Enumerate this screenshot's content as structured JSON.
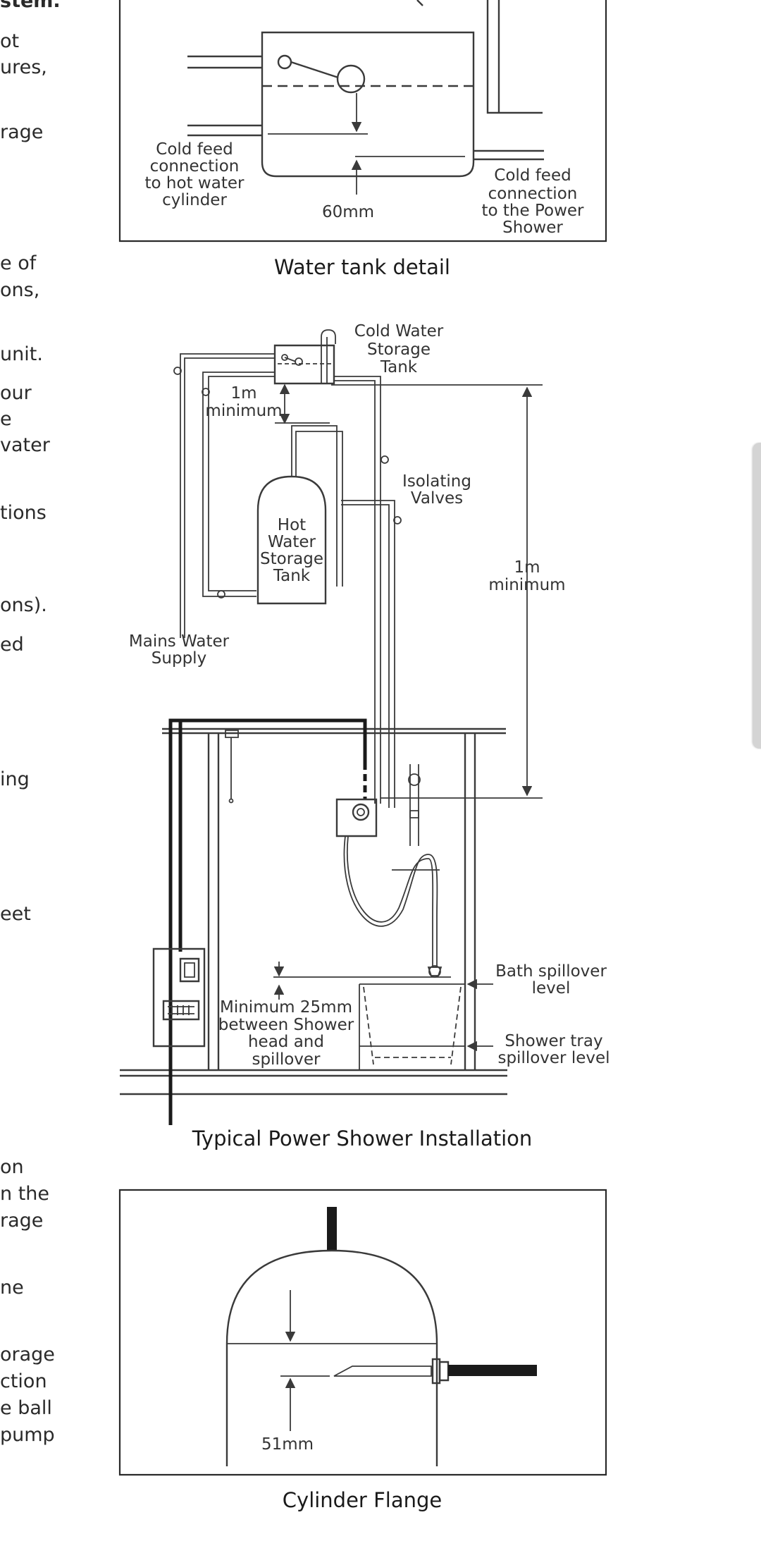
{
  "page": {
    "left_text_fragments": [
      "stem.",
      "ot",
      "ures,",
      "rage",
      "e of",
      "ons,",
      "unit.",
      "our",
      "e",
      "vater",
      "tions",
      "ons).",
      "ed",
      "ing",
      "eet",
      "on",
      "n the",
      "rage",
      "ne",
      "orage",
      "ction",
      "e ball",
      "pump"
    ]
  },
  "water_tank_detail": {
    "label_cylinder": [
      "Cold feed",
      "connection",
      "to hot water",
      "cylinder"
    ],
    "label_shower": [
      "Cold feed",
      "connection",
      "to the Power",
      "Shower"
    ],
    "dimension": "60mm",
    "caption": "Water tank detail"
  },
  "power_shower_installation": {
    "labels": {
      "cold_tank": [
        "Cold Water",
        "Storage",
        "Tank"
      ],
      "one_m_min_small": [
        "1m",
        "minimum"
      ],
      "isolating_valves": [
        "Isolating",
        "Valves"
      ],
      "hot_tank": [
        "Hot",
        "Water",
        "Storage",
        "Tank"
      ],
      "one_m_min_large": [
        "1m",
        "minimum"
      ],
      "mains_supply": [
        "Mains Water",
        "Supply"
      ],
      "bath_spillover": [
        "Bath spillover",
        "level"
      ],
      "min_25mm": [
        "Minimum 25mm",
        "between Shower",
        "head and",
        "spillover"
      ],
      "tray_spillover": [
        "Shower tray",
        "spillover level"
      ]
    },
    "caption": "Typical Power Shower Installation"
  },
  "cylinder_flange": {
    "dimension": "51mm",
    "caption": "Cylinder Flange"
  }
}
